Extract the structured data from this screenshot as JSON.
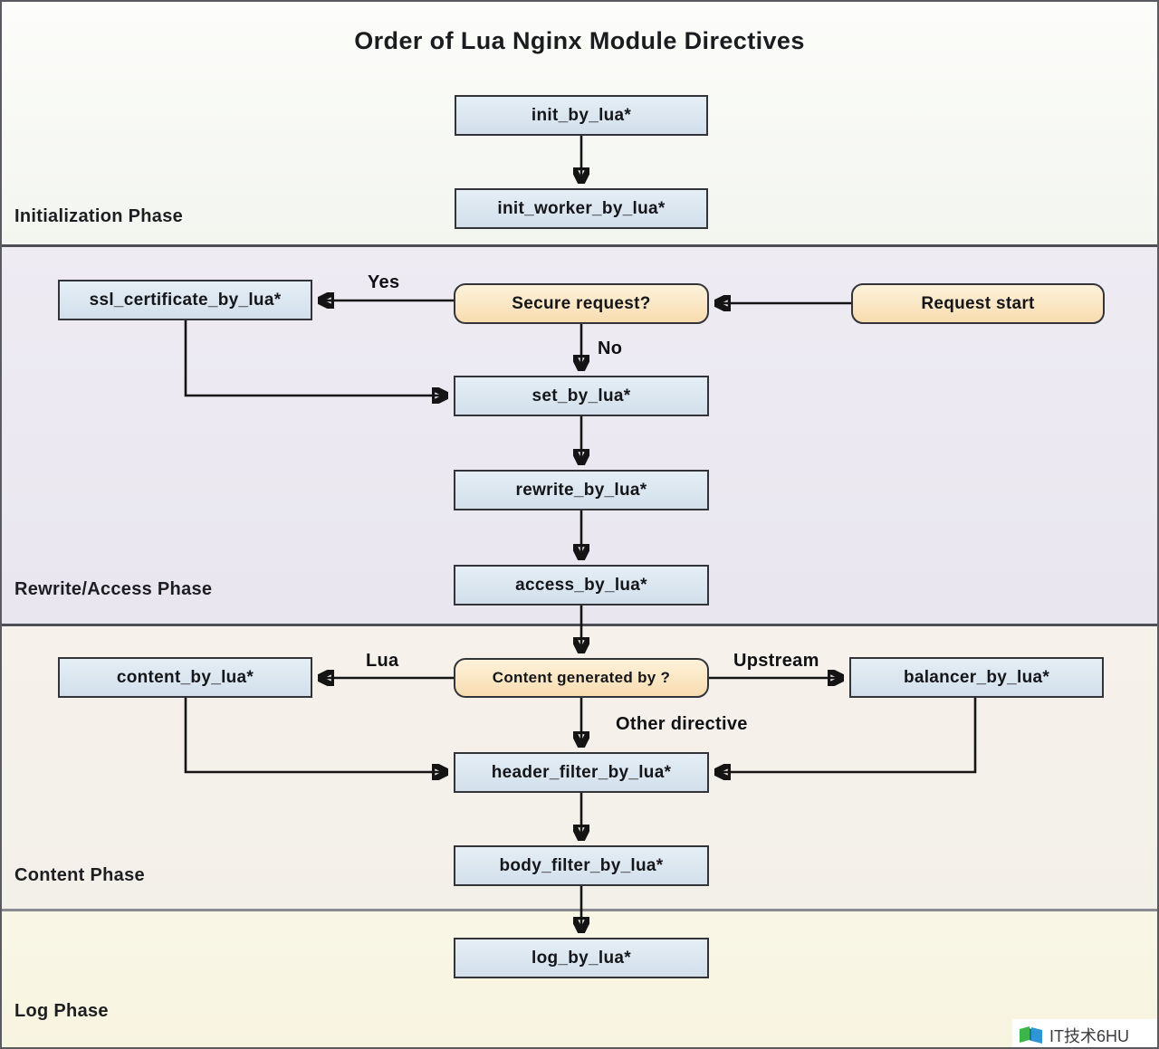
{
  "title": "Order of Lua Nginx Module Directives",
  "phases": {
    "initialization": {
      "label": "Initialization Phase"
    },
    "rewrite_access": {
      "label": "Rewrite/Access Phase"
    },
    "content": {
      "label": "Content Phase"
    },
    "log": {
      "label": "Log Phase"
    }
  },
  "nodes": {
    "init_by_lua": {
      "label": "init_by_lua*",
      "type": "process"
    },
    "init_worker_by_lua": {
      "label": "init_worker_by_lua*",
      "type": "process"
    },
    "ssl_certificate_by_lua": {
      "label": "ssl_certificate_by_lua*",
      "type": "process"
    },
    "secure_request": {
      "label": "Secure request?",
      "type": "decision"
    },
    "request_start": {
      "label": "Request start",
      "type": "terminal"
    },
    "set_by_lua": {
      "label": "set_by_lua*",
      "type": "process"
    },
    "rewrite_by_lua": {
      "label": "rewrite_by_lua*",
      "type": "process"
    },
    "access_by_lua": {
      "label": "access_by_lua*",
      "type": "process"
    },
    "content_by_lua": {
      "label": "content_by_lua*",
      "type": "process"
    },
    "content_generated_by": {
      "label": "Content generated by ?",
      "type": "decision"
    },
    "balancer_by_lua": {
      "label": "balancer_by_lua*",
      "type": "process"
    },
    "header_filter_by_lua": {
      "label": "header_filter_by_lua*",
      "type": "process"
    },
    "body_filter_by_lua": {
      "label": "body_filter_by_lua*",
      "type": "process"
    },
    "log_by_lua": {
      "label": "log_by_lua*",
      "type": "process"
    }
  },
  "edge_labels": {
    "yes": "Yes",
    "no": "No",
    "lua": "Lua",
    "upstream": "Upstream",
    "other_directive": "Other directive"
  },
  "watermark": {
    "text": "IT技术6HU"
  },
  "colors": {
    "process_box_fill": "#d8e4ef",
    "decision_box_fill": "#fae3bd",
    "box_border": "#32343a",
    "arrow": "#141414",
    "phase_initialization_bg": "#f6f8f3",
    "phase_rewrite_access_bg": "#ebe8f1",
    "phase_content_bg": "#f4efe9",
    "phase_log_bg": "#f8f5e3",
    "watermark_logo_green": "#3cb54a",
    "watermark_logo_blue": "#2b96d8"
  }
}
